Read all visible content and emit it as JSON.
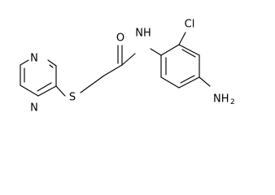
{
  "molecule": {
    "atoms": {
      "n_ring_top": "N",
      "n_ring_bottom": "N",
      "sulfur": "S",
      "oxygen": "O",
      "amide_nh": "NH",
      "chlorine": "Cl",
      "amine_n": "NH",
      "amine_sub": "2"
    }
  }
}
